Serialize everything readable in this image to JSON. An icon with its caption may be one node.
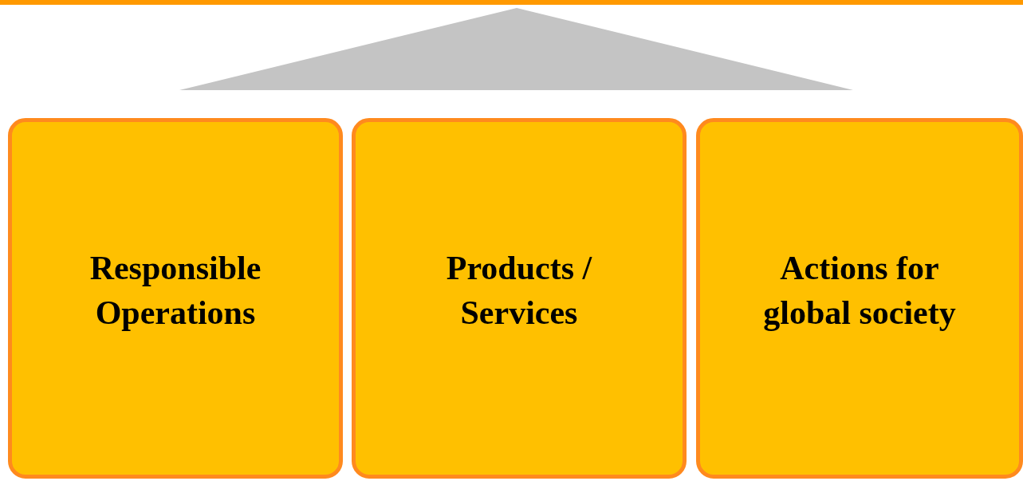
{
  "diagram": {
    "nodes": [
      {
        "text": [],
        "shape": "triangle"
      },
      {
        "text": [
          "Responsible Operations"
        ]
      },
      {
        "text": [
          "Products / Services"
        ]
      },
      {
        "text": [
          "Actions for global society"
        ]
      }
    ]
  }
}
